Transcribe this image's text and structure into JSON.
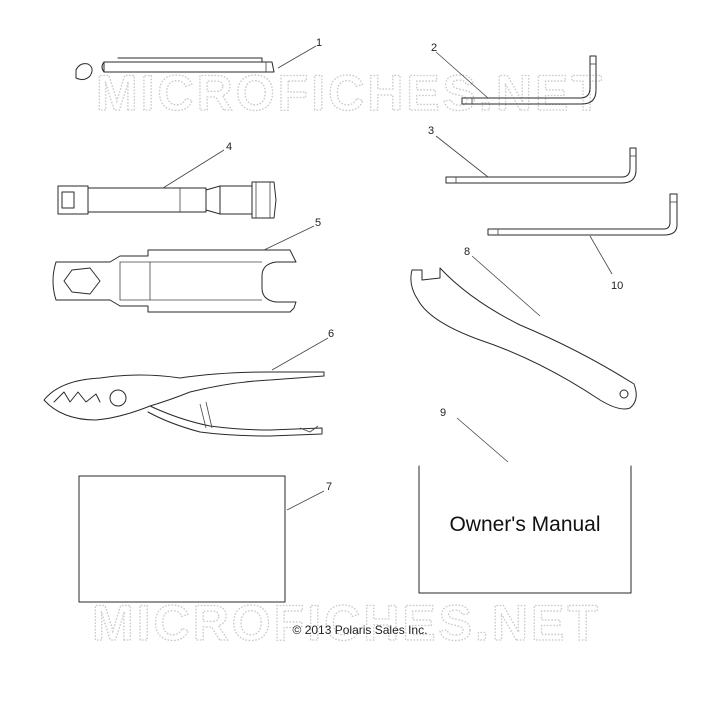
{
  "watermark": {
    "text": "MICROFICHES.NET"
  },
  "callouts": [
    "1",
    "2",
    "3",
    "4",
    "5",
    "6",
    "7",
    "8",
    "9",
    "10"
  ],
  "manual": {
    "title": "Owner's Manual"
  },
  "copyright": "© 2013 Polaris Sales Inc."
}
